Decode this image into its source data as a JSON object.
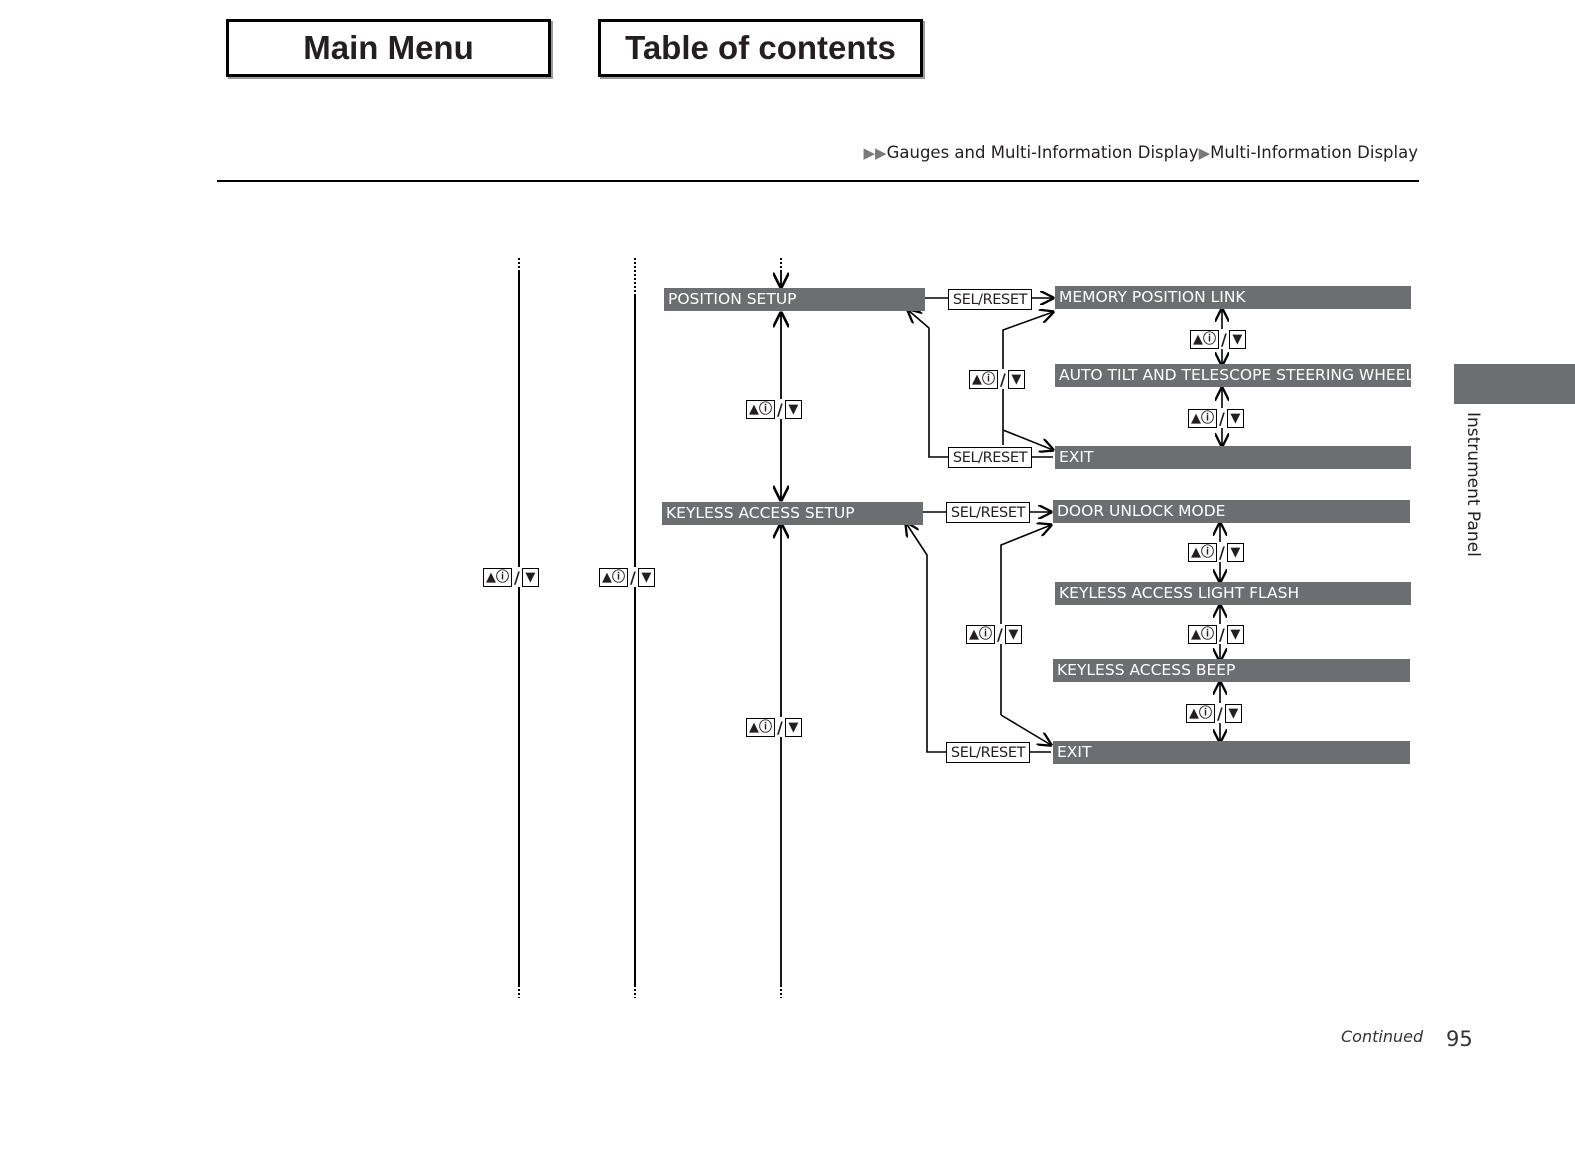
{
  "nav": {
    "main_menu": "Main Menu",
    "toc": "Table of contents"
  },
  "breadcrumb": {
    "level1": "Gauges and Multi-Information Display",
    "level2": "Multi-Information Display"
  },
  "side_tab": "Instrument Panel",
  "footer": {
    "continued": "Continued",
    "page": "95"
  },
  "diagram": {
    "icon_text": {
      "up": "▲ⓘ",
      "slash": "/",
      "down": "▼"
    },
    "sel_reset": "SEL/RESET",
    "groups": [
      {
        "title": "POSITION SETUP",
        "items": [
          "MEMORY POSITION LINK",
          "AUTO TILT AND TELESCOPE STEERING WHEEL",
          "EXIT"
        ]
      },
      {
        "title": "KEYLESS ACCESS SETUP",
        "items": [
          "DOOR UNLOCK MODE",
          "KEYLESS ACCESS LIGHT FLASH",
          "KEYLESS ACCESS BEEP",
          "EXIT"
        ]
      }
    ]
  }
}
